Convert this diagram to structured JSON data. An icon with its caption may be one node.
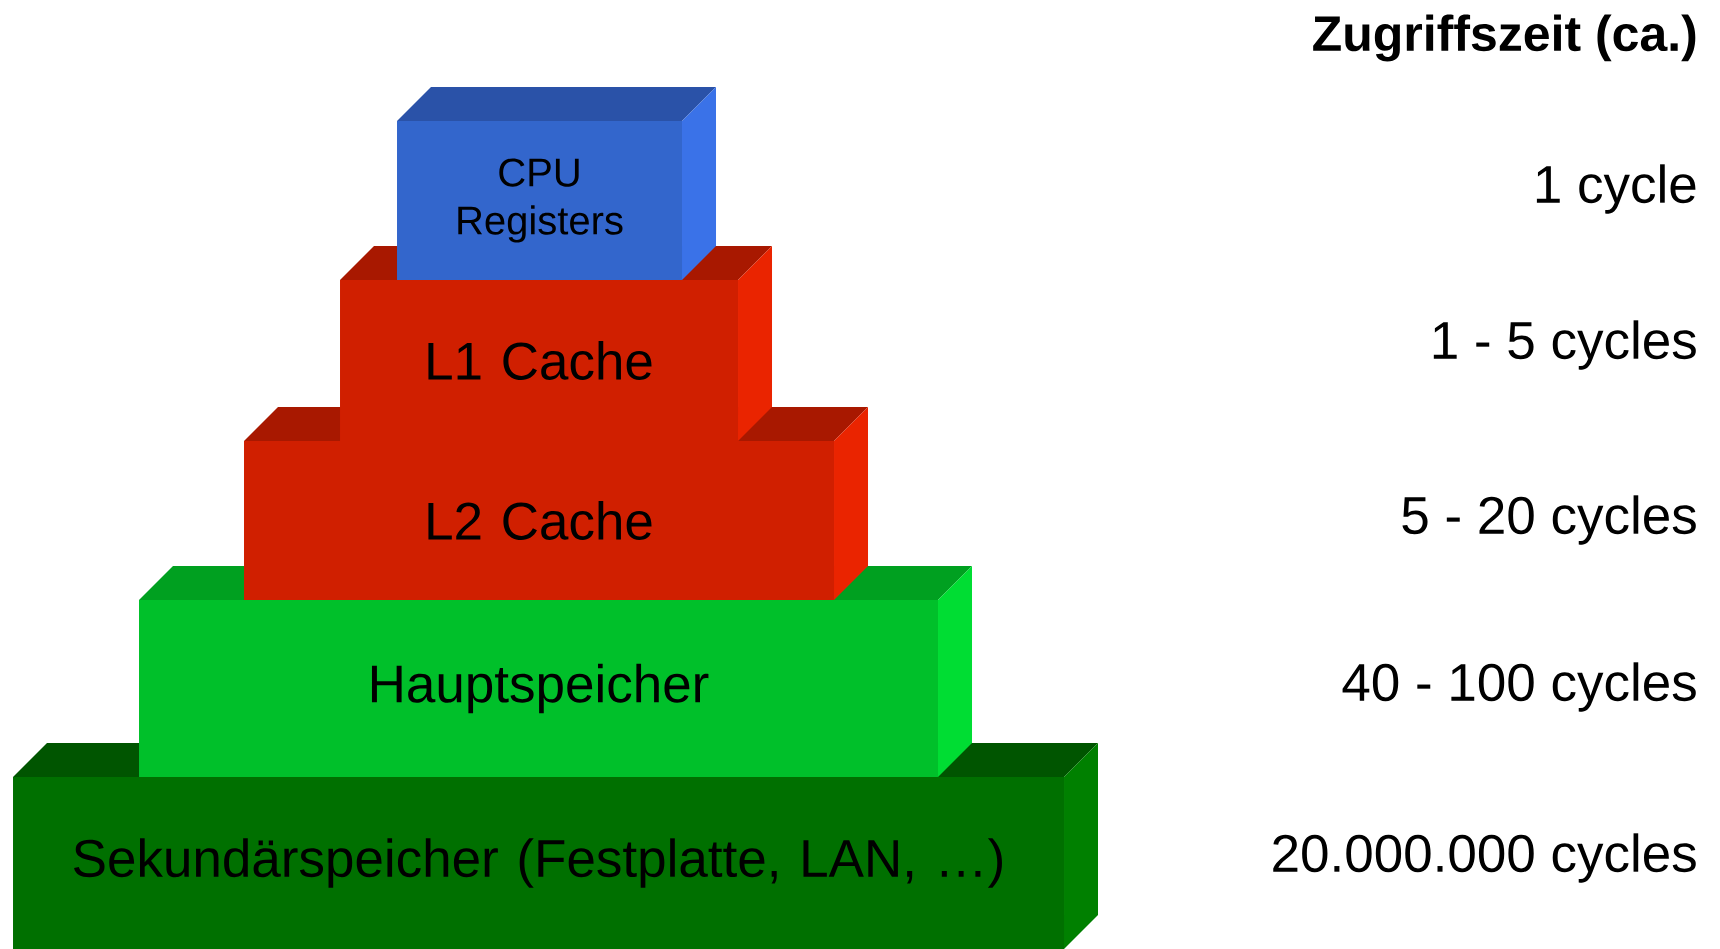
{
  "diagram": {
    "nodes": [
      {
        "text": [
          "CPU Registers"
        ]
      },
      {
        "text": [
          "L1 Cache"
        ]
      },
      {
        "text": [
          "L2 Cache"
        ]
      },
      {
        "text": [
          "Hauptspeicher"
        ]
      },
      {
        "text": [
          "Sekundärspeicher (Festplatte, LAN, …)"
        ]
      }
    ],
    "labels": [
      "Zugriffszeit (ca.)",
      "1 cycle",
      "1 - 5 cycles",
      "5 - 20 cycles",
      "40 - 100 cycles",
      "20.000.000 cycles"
    ]
  }
}
